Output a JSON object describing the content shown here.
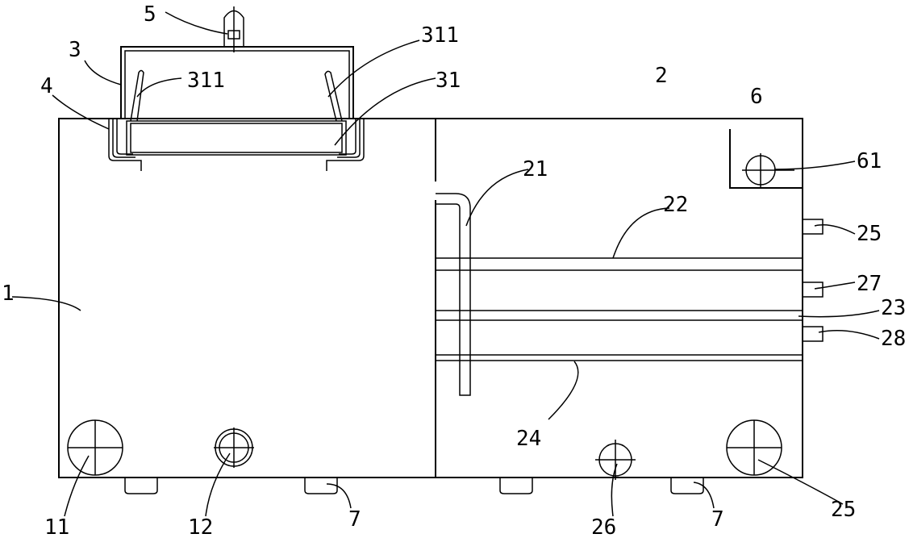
{
  "labels": [
    "5",
    "3",
    "311",
    "311",
    "31",
    "4",
    "2",
    "6",
    "61",
    "21",
    "22",
    "25",
    "27",
    "23",
    "28",
    "1",
    "24",
    "11",
    "12",
    "7",
    "26",
    "7",
    "25"
  ]
}
